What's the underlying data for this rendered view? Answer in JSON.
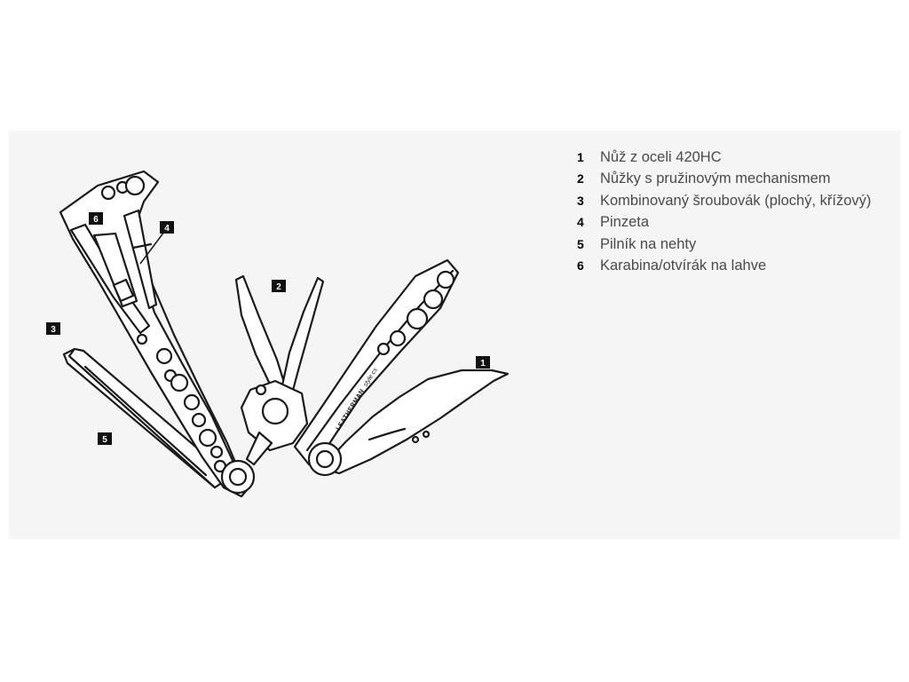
{
  "legend": [
    {
      "num": "1",
      "text": "Nůž z oceli 420HC"
    },
    {
      "num": "2",
      "text": "Nůžky s pružinovým mechanismem"
    },
    {
      "num": "3",
      "text": "Kombinovaný šroubovák (plochý, křížový)"
    },
    {
      "num": "4",
      "text": "Pinzeta"
    },
    {
      "num": "5",
      "text": "Pilník na nehty"
    },
    {
      "num": "6",
      "text": "Karabina/otvírák na lahve"
    }
  ],
  "tags": {
    "knife": "1",
    "scissors": "2",
    "screwdriver": "3",
    "tweezers": "4",
    "file": "5",
    "carabiner": "6"
  },
  "brand": {
    "name": "LEATHERMAN",
    "model": "style cs"
  },
  "colors": {
    "panel": "#f5f5f5",
    "line": "#1a1a1a",
    "tag_bg": "#111111",
    "legend_text": "#4a4a4a"
  }
}
